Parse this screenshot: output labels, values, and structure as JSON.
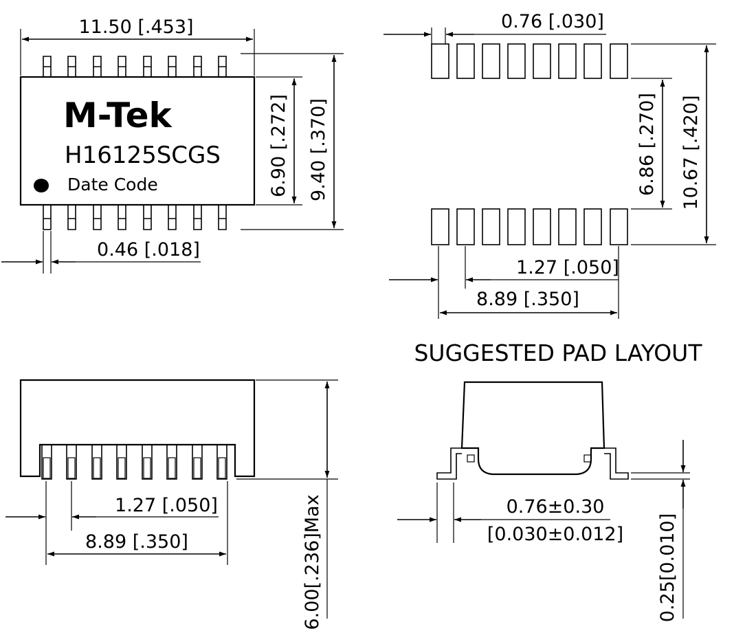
{
  "top_view": {
    "brand": "M-Tek",
    "part_number": "H16125SCGS",
    "date_code_label": "Date Code",
    "width_dim": "11.50 [.453]",
    "body_height_dim": "6.90 [.272]",
    "overall_height_dim": "9.40 [.370]",
    "pin_width_dim": "0.46 [.018]"
  },
  "pad_layout": {
    "title": "SUGGESTED PAD LAYOUT",
    "pad_width_dim": "0.76 [.030]",
    "pad_gap_dim": "6.86 [.270]",
    "pad_span_dim": "10.67 [.420]",
    "pitch_dim": "1.27 [.050]",
    "row_length_dim": "8.89 [.350]"
  },
  "side_view": {
    "height_dim": "6.00[.236]Max",
    "pitch_dim": "1.27  [.050]",
    "row_length_dim": "8.89 [.350]"
  },
  "end_view": {
    "foot_dim": "0.76±0.30",
    "foot_dim_inch": "[0.030±0.012]",
    "standoff_dim": "0.25[0.010]"
  }
}
